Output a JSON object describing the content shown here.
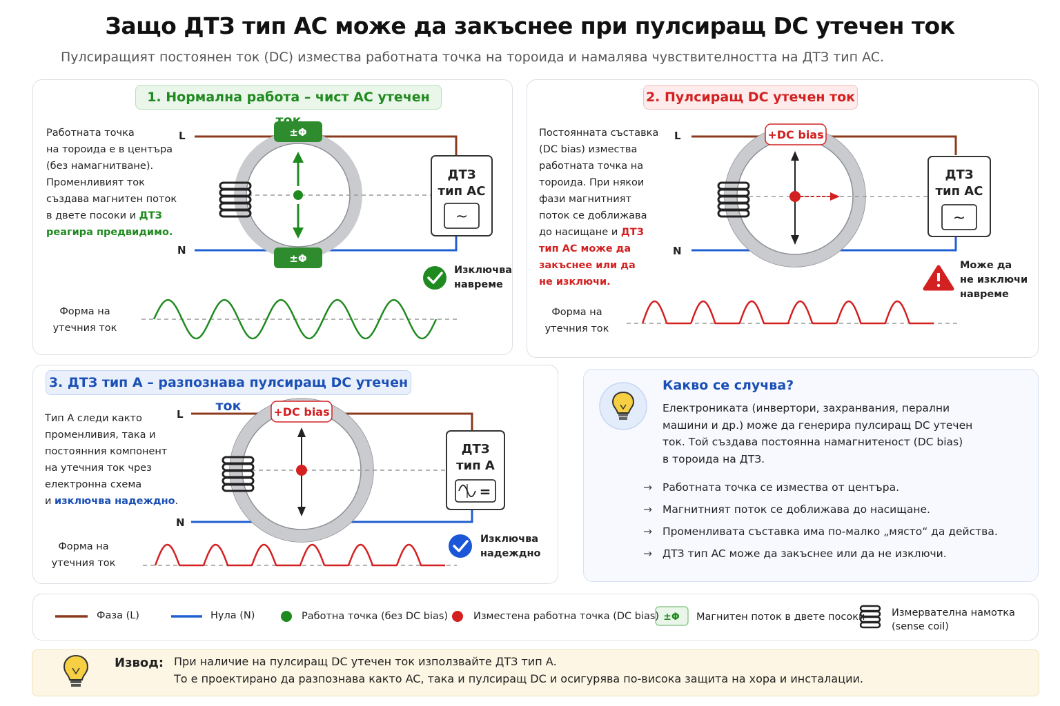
{
  "header": {
    "title": "Защо ДТЗ тип AC може да закъснее при пулсиращ DC утечен ток",
    "subtitle": "Пулсиращият постоянен ток (DC) измества работната точка на тороида и намалява чувствителността на ДТЗ тип AC."
  },
  "panel1": {
    "title": "1. Нормална работа – чист AC утечен ток",
    "desc_lines": [
      "Работната точка",
      "на тороида е в центъра",
      "(без намагнитване).",
      "Променливият ток",
      "създава магнитен поток",
      "в двете посоки и"
    ],
    "desc_hl1": "ДТЗ",
    "desc_hl2": "реагира предвидимо.",
    "flux_top": "±Φ",
    "flux_bottom": "±Φ",
    "L": "L",
    "N": "N",
    "device_l1": "ДТЗ",
    "device_l2": "тип AC",
    "device_sym": "~",
    "status_l1": "Изключва",
    "status_l2": "навреме",
    "wave_l1": "Форма на",
    "wave_l2": "утечния ток"
  },
  "panel2": {
    "title": "2. Пулсиращ DC утечен ток",
    "desc_lines": [
      "Постоянната съставка",
      "(DC bias) измества",
      "работната точка на",
      "тороида. При някои",
      "фази магнитният",
      "поток се доближава",
      "до насищане и"
    ],
    "desc_hl_first": "ДТЗ",
    "desc_hl_lines": [
      "тип AC може да",
      "закъснее или да",
      "не изключи."
    ],
    "bias": "+DC bias",
    "L": "L",
    "N": "N",
    "device_l1": "ДТЗ",
    "device_l2": "тип AC",
    "device_sym": "~",
    "status_l1": "Може да",
    "status_l2": "не изключи",
    "status_l3": "навреме",
    "wave_l1": "Форма на",
    "wave_l2": "утечния ток"
  },
  "panel3": {
    "title": "3. ДТЗ тип А – разпознава пулсиращ DC утечен ток",
    "desc_lines": [
      "Тип А следи както",
      "променливия, така и",
      "постоянния компонент",
      "на утечния ток чрез",
      "електронна схема"
    ],
    "desc_last_prefix": "и",
    "desc_hl": "изключва надеждно",
    "desc_last_suffix": ".",
    "bias": "+DC bias",
    "L": "L",
    "N": "N",
    "device_l1": "ДТЗ",
    "device_l2": "тип А",
    "device_sym": "=",
    "status_l1": "Изключва",
    "status_l2": "надеждно",
    "wave_l1": "Форма на",
    "wave_l2": "утечния ток"
  },
  "info": {
    "title": "Какво се случва?",
    "body_lines": [
      "Електрониката (инвертори, захранвания, перални",
      "машини и др.) може да генерира пулсиращ DC утечен",
      "ток. Той създава постоянна намагнитеност (DC bias)",
      "в тороида на ДТЗ."
    ],
    "arrow": "→",
    "bullets": [
      "Работната точка се измества от центъра.",
      "Магнитният поток се доближава до насищане.",
      "Променливата съставка има по-малко „място“ да действа.",
      "ДТЗ тип AC може да закъснее или да не изключи."
    ]
  },
  "legend": {
    "phase": "Фаза (L)",
    "neutral": "Нула (N)",
    "op_point": "Работна точка (без DC bias)",
    "shifted_point": "Изместена работна точка (DC bias)",
    "flux_badge": "±Φ",
    "flux": "Магнитен поток в двете посоки",
    "coil_l1": "Измервателна намотка",
    "coil_l2": "(sense coil)"
  },
  "conclusion": {
    "label": "Извод:",
    "line1": "При наличие на пулсиращ DC утечен ток използвайте ДТЗ тип А.",
    "line2": "То е проектирано да разпознава както AC, така и пулсиращ DC и осигурява по-висока защита на хора и инсталации."
  },
  "colors": {
    "phase": "#8b3a1e",
    "neutral": "#1f5fd0",
    "green": "#1f8a1f",
    "red": "#d32020",
    "blue": "#1a4fb5",
    "toroid": "#c9cbce"
  }
}
